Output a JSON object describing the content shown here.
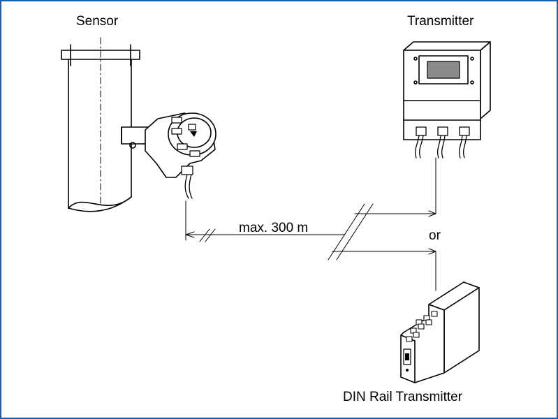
{
  "labels": {
    "sensor": "Sensor",
    "transmitter": "Transmitter",
    "distance": "max. 300 m",
    "or": "or",
    "din_rail": "DIN Rail Transmitter"
  },
  "colors": {
    "frame": "#1d5fa6",
    "line": "#000000",
    "display": "#8a8a8a"
  }
}
